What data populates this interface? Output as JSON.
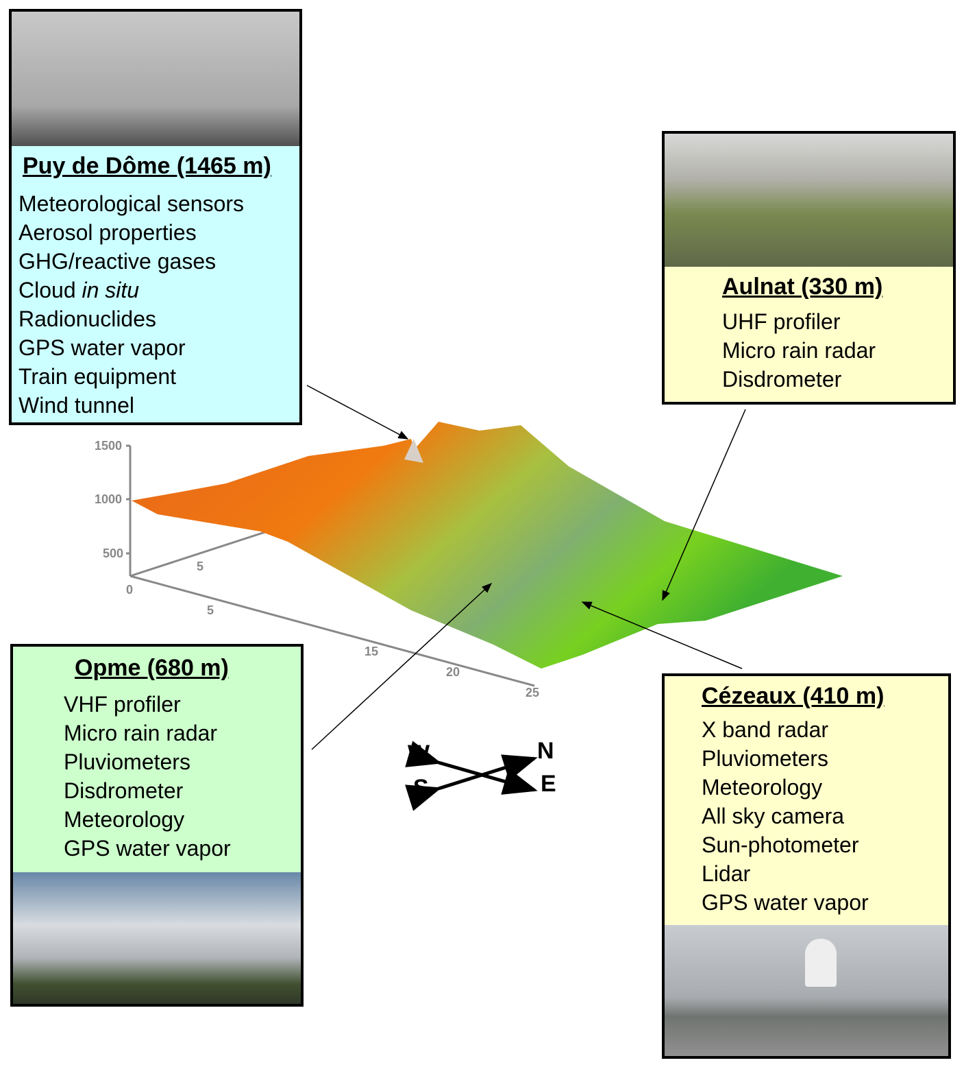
{
  "sites": {
    "puy": {
      "title": "Puy de Dôme (1465 m)",
      "items": [
        "Meteorological sensors",
        "Aerosol properties",
        "GHG/reactive gases",
        "Cloud ",
        "Radionuclides",
        "GPS water vapor",
        "Train equipment",
        "Wind tunnel"
      ],
      "cloud_italic": "in situ",
      "bg": "#ccffff"
    },
    "aulnat": {
      "title": "Aulnat  (330 m)",
      "items": [
        "UHF profiler",
        "Micro rain radar",
        "Disdrometer"
      ],
      "bg": "#ffffcc"
    },
    "opme": {
      "title": "Opme (680 m)",
      "items": [
        "VHF profiler",
        "Micro rain radar",
        "Pluviometers",
        "Disdrometer",
        "Meteorology",
        "GPS water vapor"
      ],
      "bg": "#ccffcc"
    },
    "cezeaux": {
      "title": "Cézeaux (410 m)",
      "items": [
        "X band radar",
        "Pluviometers",
        "Meteorology",
        "All sky camera",
        "Sun-photometer",
        "Lidar",
        "GPS water vapor"
      ],
      "bg": "#ffffcc"
    }
  },
  "axes": {
    "z_ticks": [
      "1500",
      "1000",
      "500",
      "0"
    ],
    "y_ticks": [
      "5"
    ],
    "x_ticks": [
      "5",
      "15",
      "20",
      "25"
    ]
  },
  "compass": {
    "w": "W",
    "n": "N",
    "s": "S",
    "e": "E"
  }
}
